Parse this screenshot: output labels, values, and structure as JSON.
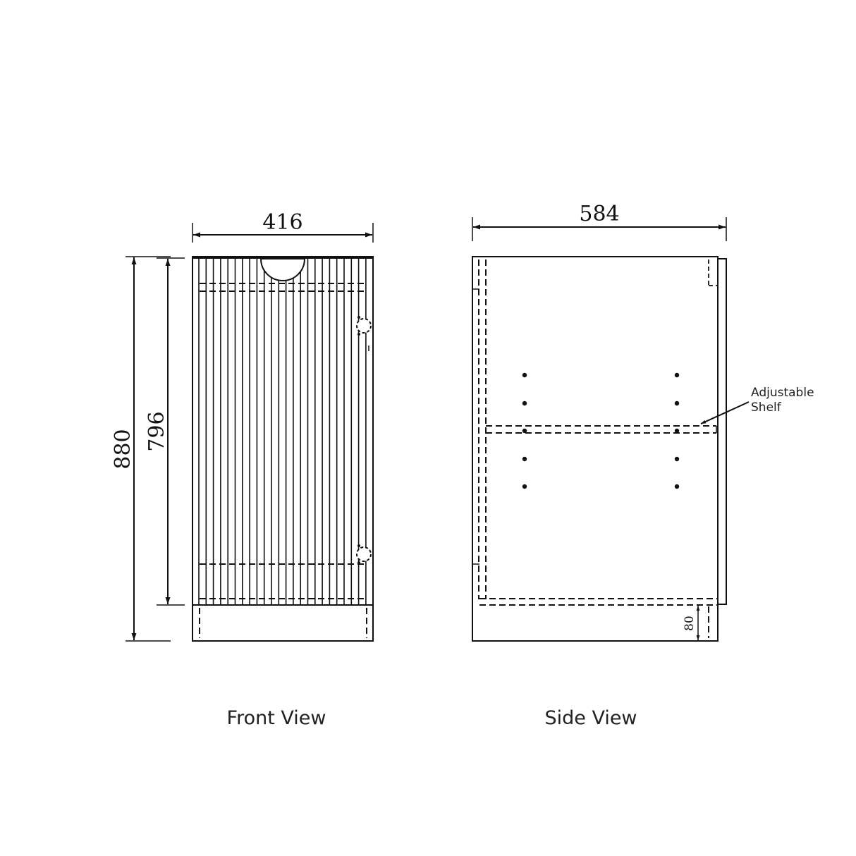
{
  "front_view": {
    "caption": "Front View",
    "width_label": "416",
    "height_total_label": "880",
    "height_door_label": "796"
  },
  "side_view": {
    "caption": "Side View",
    "depth_label": "584",
    "kick_height_label": "80",
    "shelf_note_line1": "Adjustable",
    "shelf_note_line2": "Shelf"
  },
  "colors": {
    "line": "#111111",
    "background": "#ffffff"
  }
}
